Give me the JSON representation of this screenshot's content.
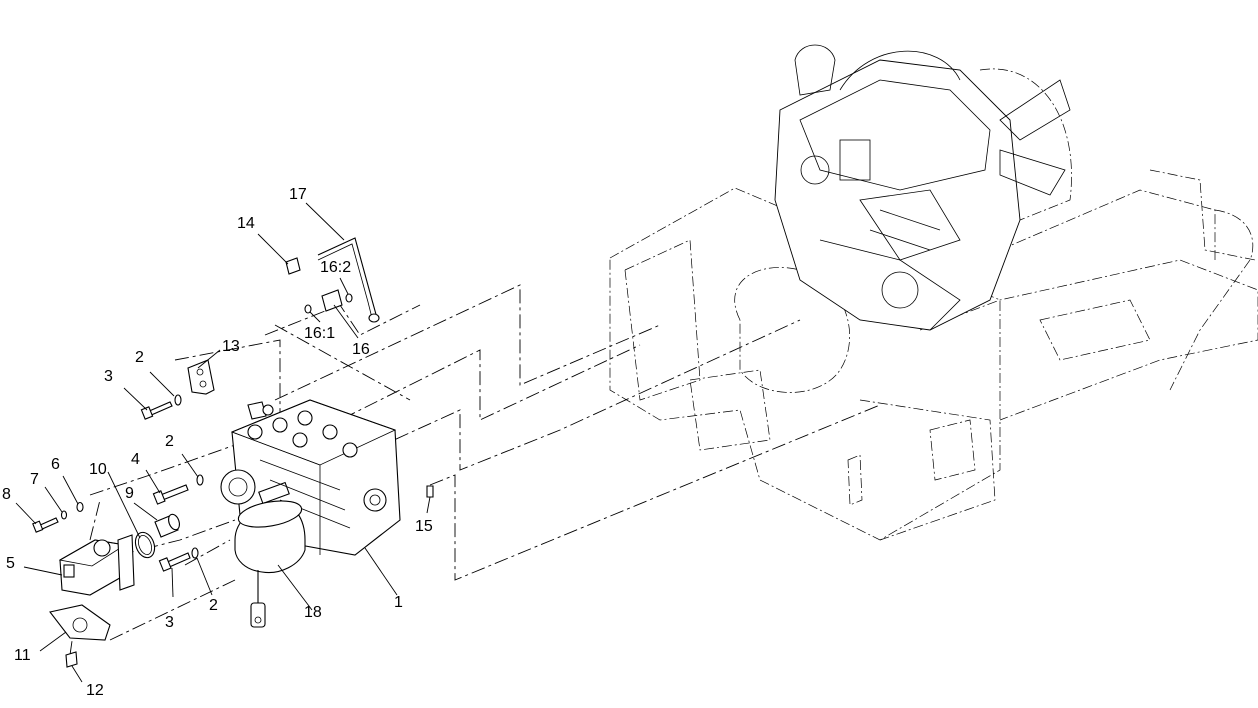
{
  "callouts": [
    {
      "id": "c1",
      "text": "1"
    },
    {
      "id": "c2a",
      "text": "2"
    },
    {
      "id": "c2b",
      "text": "2"
    },
    {
      "id": "c2c",
      "text": "2"
    },
    {
      "id": "c3a",
      "text": "3"
    },
    {
      "id": "c3b",
      "text": "3"
    },
    {
      "id": "c4",
      "text": "4"
    },
    {
      "id": "c5",
      "text": "5"
    },
    {
      "id": "c6",
      "text": "6"
    },
    {
      "id": "c7",
      "text": "7"
    },
    {
      "id": "c8",
      "text": "8"
    },
    {
      "id": "c9",
      "text": "9"
    },
    {
      "id": "c10",
      "text": "10"
    },
    {
      "id": "c11",
      "text": "11"
    },
    {
      "id": "c12",
      "text": "12"
    },
    {
      "id": "c13",
      "text": "13"
    },
    {
      "id": "c14",
      "text": "14"
    },
    {
      "id": "c15",
      "text": "15"
    },
    {
      "id": "c16",
      "text": "16"
    },
    {
      "id": "c161",
      "text": "16:1"
    },
    {
      "id": "c162",
      "text": "16:2"
    },
    {
      "id": "c17",
      "text": "17"
    },
    {
      "id": "c18",
      "text": "18"
    }
  ]
}
